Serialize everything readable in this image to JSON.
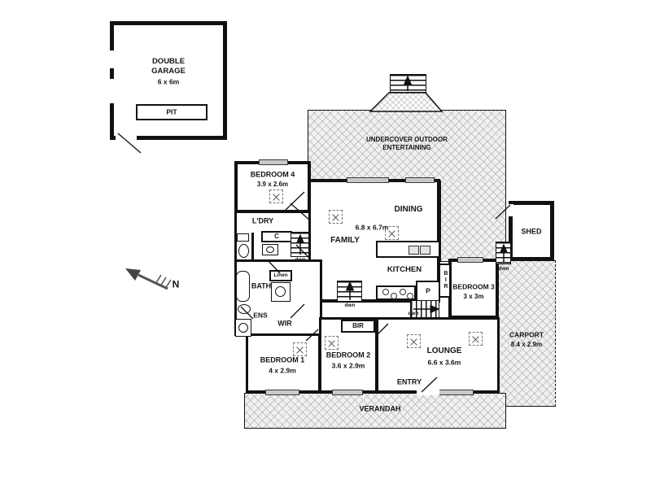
{
  "plan": {
    "garage": {
      "name": "DOUBLE GARAGE",
      "dims": "6 x 6m",
      "pit": "PIT"
    },
    "north_label": "N",
    "outdoor": {
      "undercover": "UNDERCOVER OUTDOOR ENTERTAINING",
      "shed": "SHED",
      "carport_name": "CARPORT",
      "carport_dims": "8.4 x 2.9m",
      "verandah": "VERANDAH"
    },
    "rooms": {
      "bedroom4_name": "BEDROOM 4",
      "bedroom4_dims": "3.9 x 2.6m",
      "laundry": "L'DRY",
      "cupboard": "C",
      "family": "FAMILY",
      "family_dims": "6.8 x 6.7m",
      "dining": "DINING",
      "kitchen": "KITCHEN",
      "pantry": "P",
      "bir": "BIR",
      "bir_vertical": "BIR",
      "bedroom3_name": "BEDROOM 3",
      "bedroom3_dims": "3 x 3m",
      "bath": "BATH",
      "linen": "Linen",
      "ensuite": "ENS",
      "wir": "WIR",
      "bedroom1_name": "BEDROOM 1",
      "bedroom1_dims": "4 x 2.9m",
      "bedroom2_name": "BEDROOM 2",
      "bedroom2_dims": "3.6 x 2.9m",
      "lounge_name": "LOUNGE",
      "lounge_dims": "6.6 x 3.6m",
      "entry": "ENTRY"
    },
    "stairs_label": "dwn"
  }
}
